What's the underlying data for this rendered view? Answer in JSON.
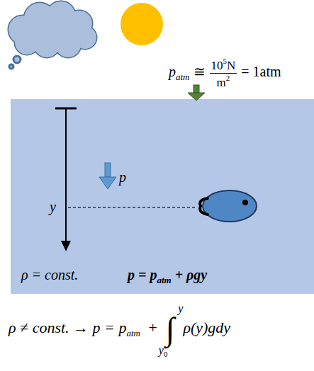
{
  "diagram": {
    "labels": [
      "p",
      "atm",
      "≅",
      "10",
      "5",
      "N",
      "m",
      "2",
      "= 1atm",
      "p",
      "y",
      "ρ = const.",
      "p = p",
      "atm",
      "+ ρgy",
      "ρ ≠ const. → p = p",
      "atm",
      "+",
      "y",
      "∫",
      "y",
      "0",
      "ρ(y)gdy"
    ]
  }
}
